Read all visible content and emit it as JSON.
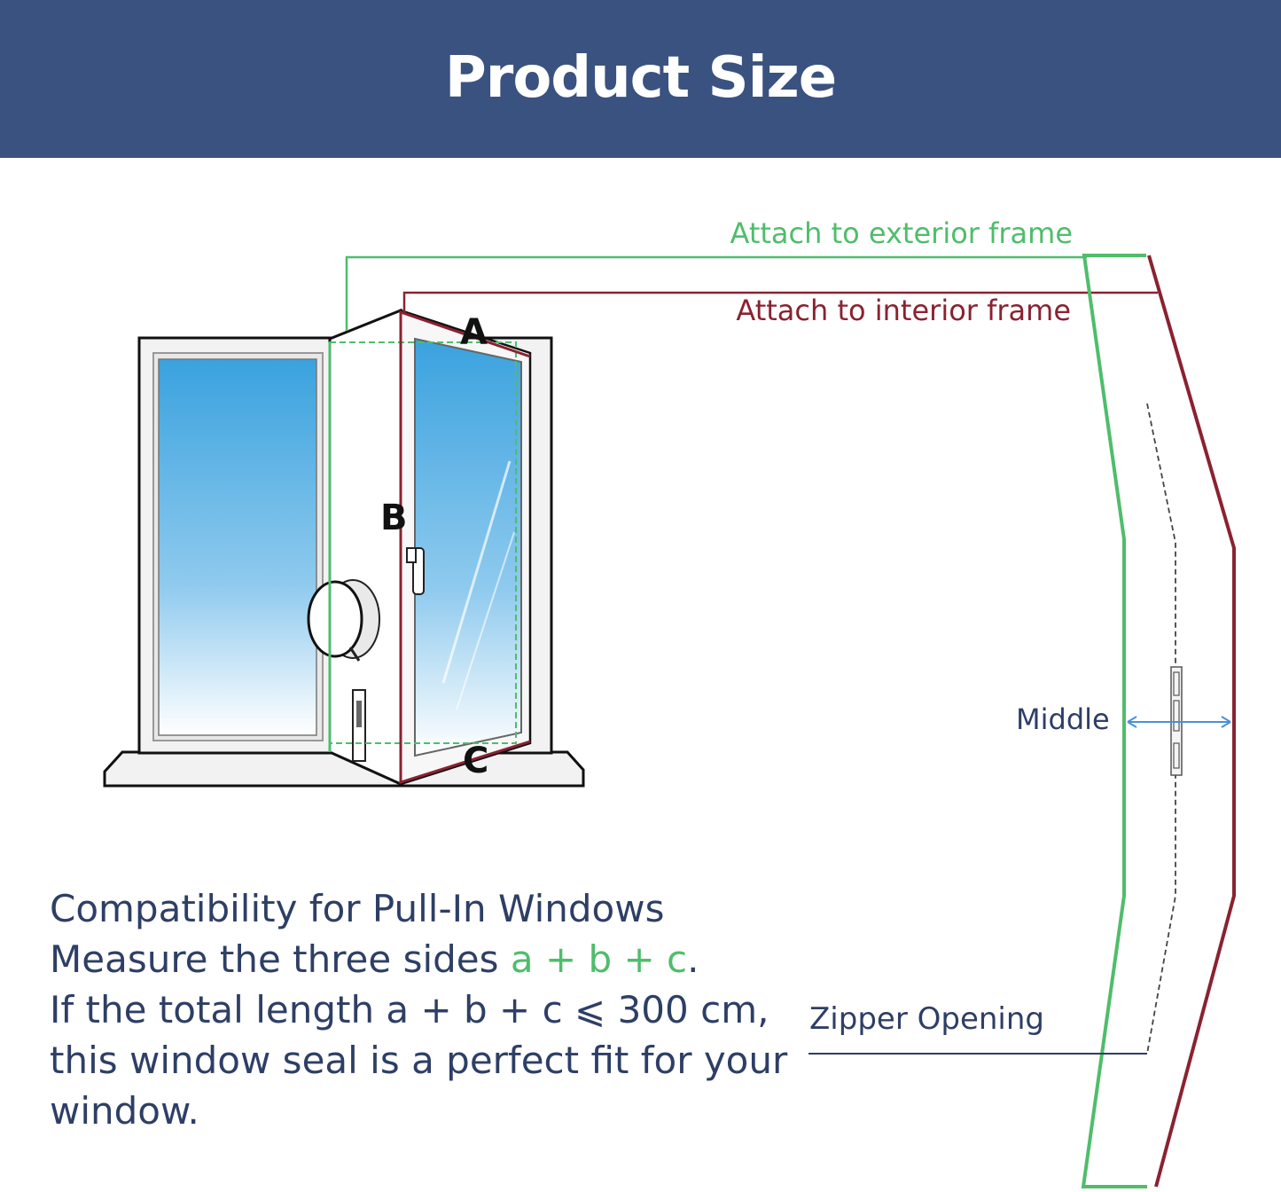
{
  "header": {
    "title": "Product Size"
  },
  "labels": {
    "exterior": "Attach to exterior frame",
    "interior": "Attach to interior frame",
    "middle": "Middle",
    "zipper": "Zipper Opening"
  },
  "window_letters": {
    "a": "A",
    "b": "B",
    "c": "C"
  },
  "info": {
    "line1": "Compatibility for Pull-In Windows",
    "line2_prefix": "Measure the three sides ",
    "line2_formula": "a + b + c",
    "line2_suffix": ".",
    "line3": "If the total length a + b + c ⩽ 300 cm,",
    "line4": "this window seal is a perfect fit for your",
    "line5": "window."
  },
  "colors": {
    "header_bg": "#3a5280",
    "exterior_green": "#4fbd6b",
    "interior_red": "#8a2230",
    "text_navy": "#2e3f66",
    "glass_blue": "#3aa2de"
  }
}
